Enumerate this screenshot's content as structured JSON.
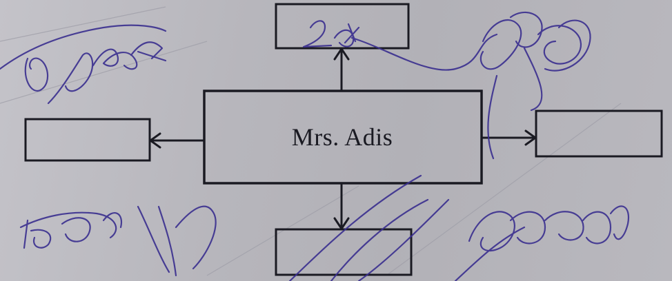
{
  "diagram": {
    "center_box": {
      "label": "Mrs. Adis"
    },
    "boxes": [
      {
        "id": "top",
        "label": ""
      },
      {
        "id": "left",
        "label": ""
      },
      {
        "id": "right",
        "label": ""
      },
      {
        "id": "bottom",
        "label": ""
      }
    ]
  },
  "colors": {
    "paper": "#b9b8bd",
    "ink": "#1a1a22",
    "pen": "#3a2f8f"
  }
}
